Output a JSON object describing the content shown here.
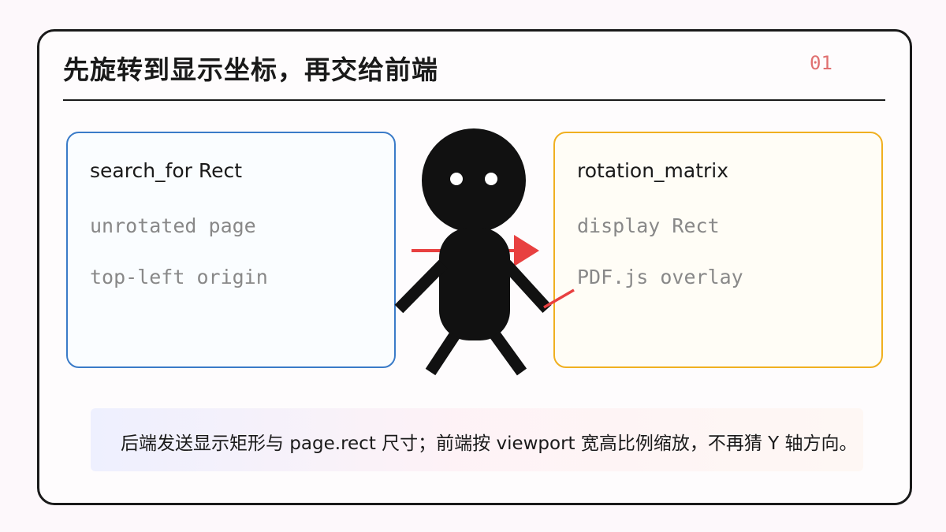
{
  "slide": {
    "title": "先旋转到显示坐标，再交给前端",
    "number": "01"
  },
  "left_card": {
    "heading": "search_for Rect",
    "lines": [
      "unrotated page",
      "top-left origin"
    ],
    "border_color": "#3a7bc8"
  },
  "right_card": {
    "heading": "rotation_matrix",
    "lines": [
      "display Rect",
      "PDF.js overlay"
    ],
    "border_color": "#f0b020"
  },
  "arrow": {
    "color": "#e84040"
  },
  "note": {
    "text": "后端发送显示矩形与 page.rect 尺寸；前端按 viewport 宽高比例缩放，不再猜 Y 轴方向。"
  }
}
